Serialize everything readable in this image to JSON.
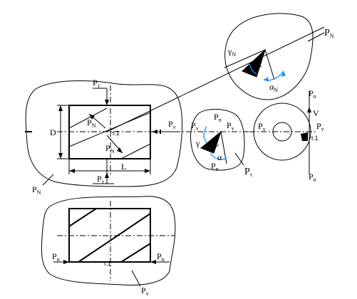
{
  "labels": {
    "P_N_top": "P",
    "P_N_top_sub": "N",
    "gamma_N": "γ",
    "gamma_N_sub": "N",
    "alpha_N": "α",
    "alpha_N_sub": "N",
    "P_tau_left": "P",
    "P_tau_left_sub": "τ",
    "D": "D",
    "P_N_in": "P",
    "P_N_in_sub": "N",
    "t1_left": "т.1",
    "P_N_in2": "P",
    "P_N_in2_sub": "N",
    "P_v_left": "P",
    "P_v_left_sub": "v",
    "L": "L",
    "P_tau_bottom": "P",
    "P_tau_bottom_sub": "τ",
    "P_N_left": "P",
    "P_N_left_sub": "N",
    "mid_Pv": "P",
    "mid_Pv_sub": "v",
    "mid_Pn": "P",
    "mid_Pn_sub": "n",
    "mid_Pv2": "P",
    "mid_Pv2_sub": "v",
    "mid_gamma": "γ",
    "mid_alpha": "α",
    "mid_Pn2": "P",
    "mid_Pn2_sub": "n",
    "mid_Ptau": "P",
    "mid_Ptau_sub": "τ",
    "right_Pn_top": "P",
    "right_Pn_top_sub": "n",
    "right_V": "V",
    "right_Pv": "P",
    "right_Pv_sub": "v",
    "right_Pv2": "P",
    "right_Pv2_sub": "v",
    "right_t1": "т.1",
    "right_Pn_bot": "P",
    "right_Pn_bot_sub": "n",
    "bot_Pn_left": "P",
    "bot_Pn_left_sub": "n",
    "bot_t1": "т.1",
    "bot_Pn_right": "P",
    "bot_Pn_right_sub": "n",
    "bot_Pv": "P",
    "bot_Pv_sub": "v"
  }
}
